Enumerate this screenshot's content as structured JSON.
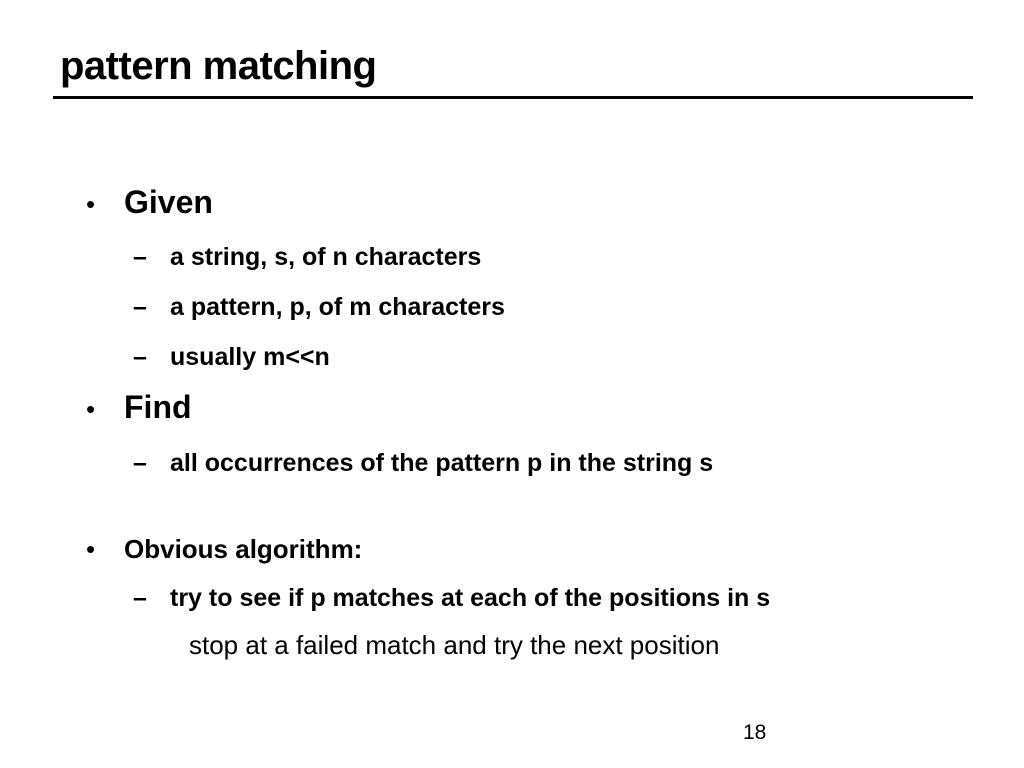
{
  "title": "pattern matching",
  "bullet_symbol": "•",
  "dash_symbol": "–",
  "given": {
    "label": "Given",
    "line1": {
      "a": "a string, ",
      "b": "s",
      "c": ", of ",
      "d": "n",
      "e": " characters"
    },
    "line2": {
      "a": "a pattern, ",
      "b": "p",
      "c": ", of ",
      "d": "m",
      "e": " characters"
    },
    "line3": {
      "a": "usually ",
      "b": "m<<n"
    }
  },
  "find": {
    "label": "Find",
    "line1": {
      "a": "all occurrences of the pattern ",
      "b": "p",
      "c": " in the string ",
      "d": "s"
    }
  },
  "obvious": {
    "label": "Obvious algorithm:",
    "line1": {
      "a": "try to see if ",
      "b": "p",
      "c": " matches at each of the positions in ",
      "d": "s"
    },
    "note": "stop at a failed match and try the next position"
  },
  "page_number": "18"
}
